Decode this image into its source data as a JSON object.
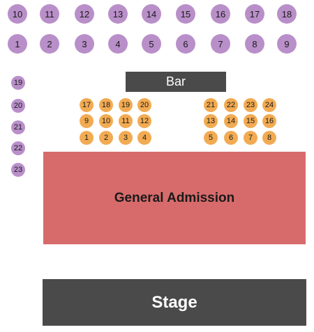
{
  "areas": {
    "bar": "Bar",
    "general_admission": "General Admission",
    "stage": "Stage"
  },
  "colors": {
    "table_seat": "#b98fc9",
    "floor_table": "#f2ab52",
    "general_admission": "#d76b6b",
    "fixed_area": "#4a4a4a"
  },
  "top_row_back": [
    "10",
    "11",
    "12",
    "13",
    "14",
    "15",
    "16",
    "17",
    "18"
  ],
  "top_row_front": [
    "1",
    "2",
    "3",
    "4",
    "5",
    "6",
    "7",
    "8",
    "9"
  ],
  "side_tables": [
    "19",
    "20",
    "21",
    "22",
    "23"
  ],
  "left_tables": [
    [
      "17",
      "18",
      "19",
      "20"
    ],
    [
      "9",
      "10",
      "11",
      "12"
    ],
    [
      "1",
      "2",
      "3",
      "4"
    ]
  ],
  "right_tables": [
    [
      "21",
      "22",
      "23",
      "24"
    ],
    [
      "13",
      "14",
      "15",
      "16"
    ],
    [
      "5",
      "6",
      "7",
      "8"
    ]
  ]
}
